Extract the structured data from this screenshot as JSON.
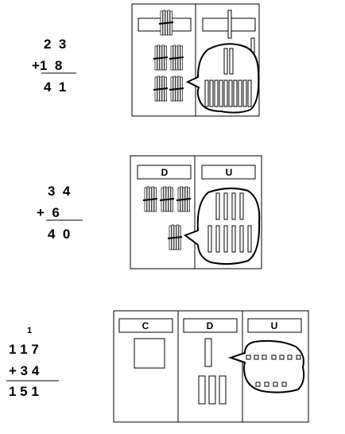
{
  "problem1": {
    "row1": "2  3",
    "row2": "+1  8",
    "result": "4  1"
  },
  "problem2": {
    "row1": "3  4",
    "row2": "+  6",
    "result": "4  0"
  },
  "problem3": {
    "carry": "1",
    "row1": "1 1 7",
    "row2": "+ 3 4",
    "result": "1 5 1"
  },
  "board1": {
    "col_tens": "",
    "col_units": ""
  },
  "board2": {
    "col_tens": "D",
    "col_units": "U"
  },
  "board3": {
    "col_hundreds": "C",
    "col_tens": "D",
    "col_units": "U"
  }
}
